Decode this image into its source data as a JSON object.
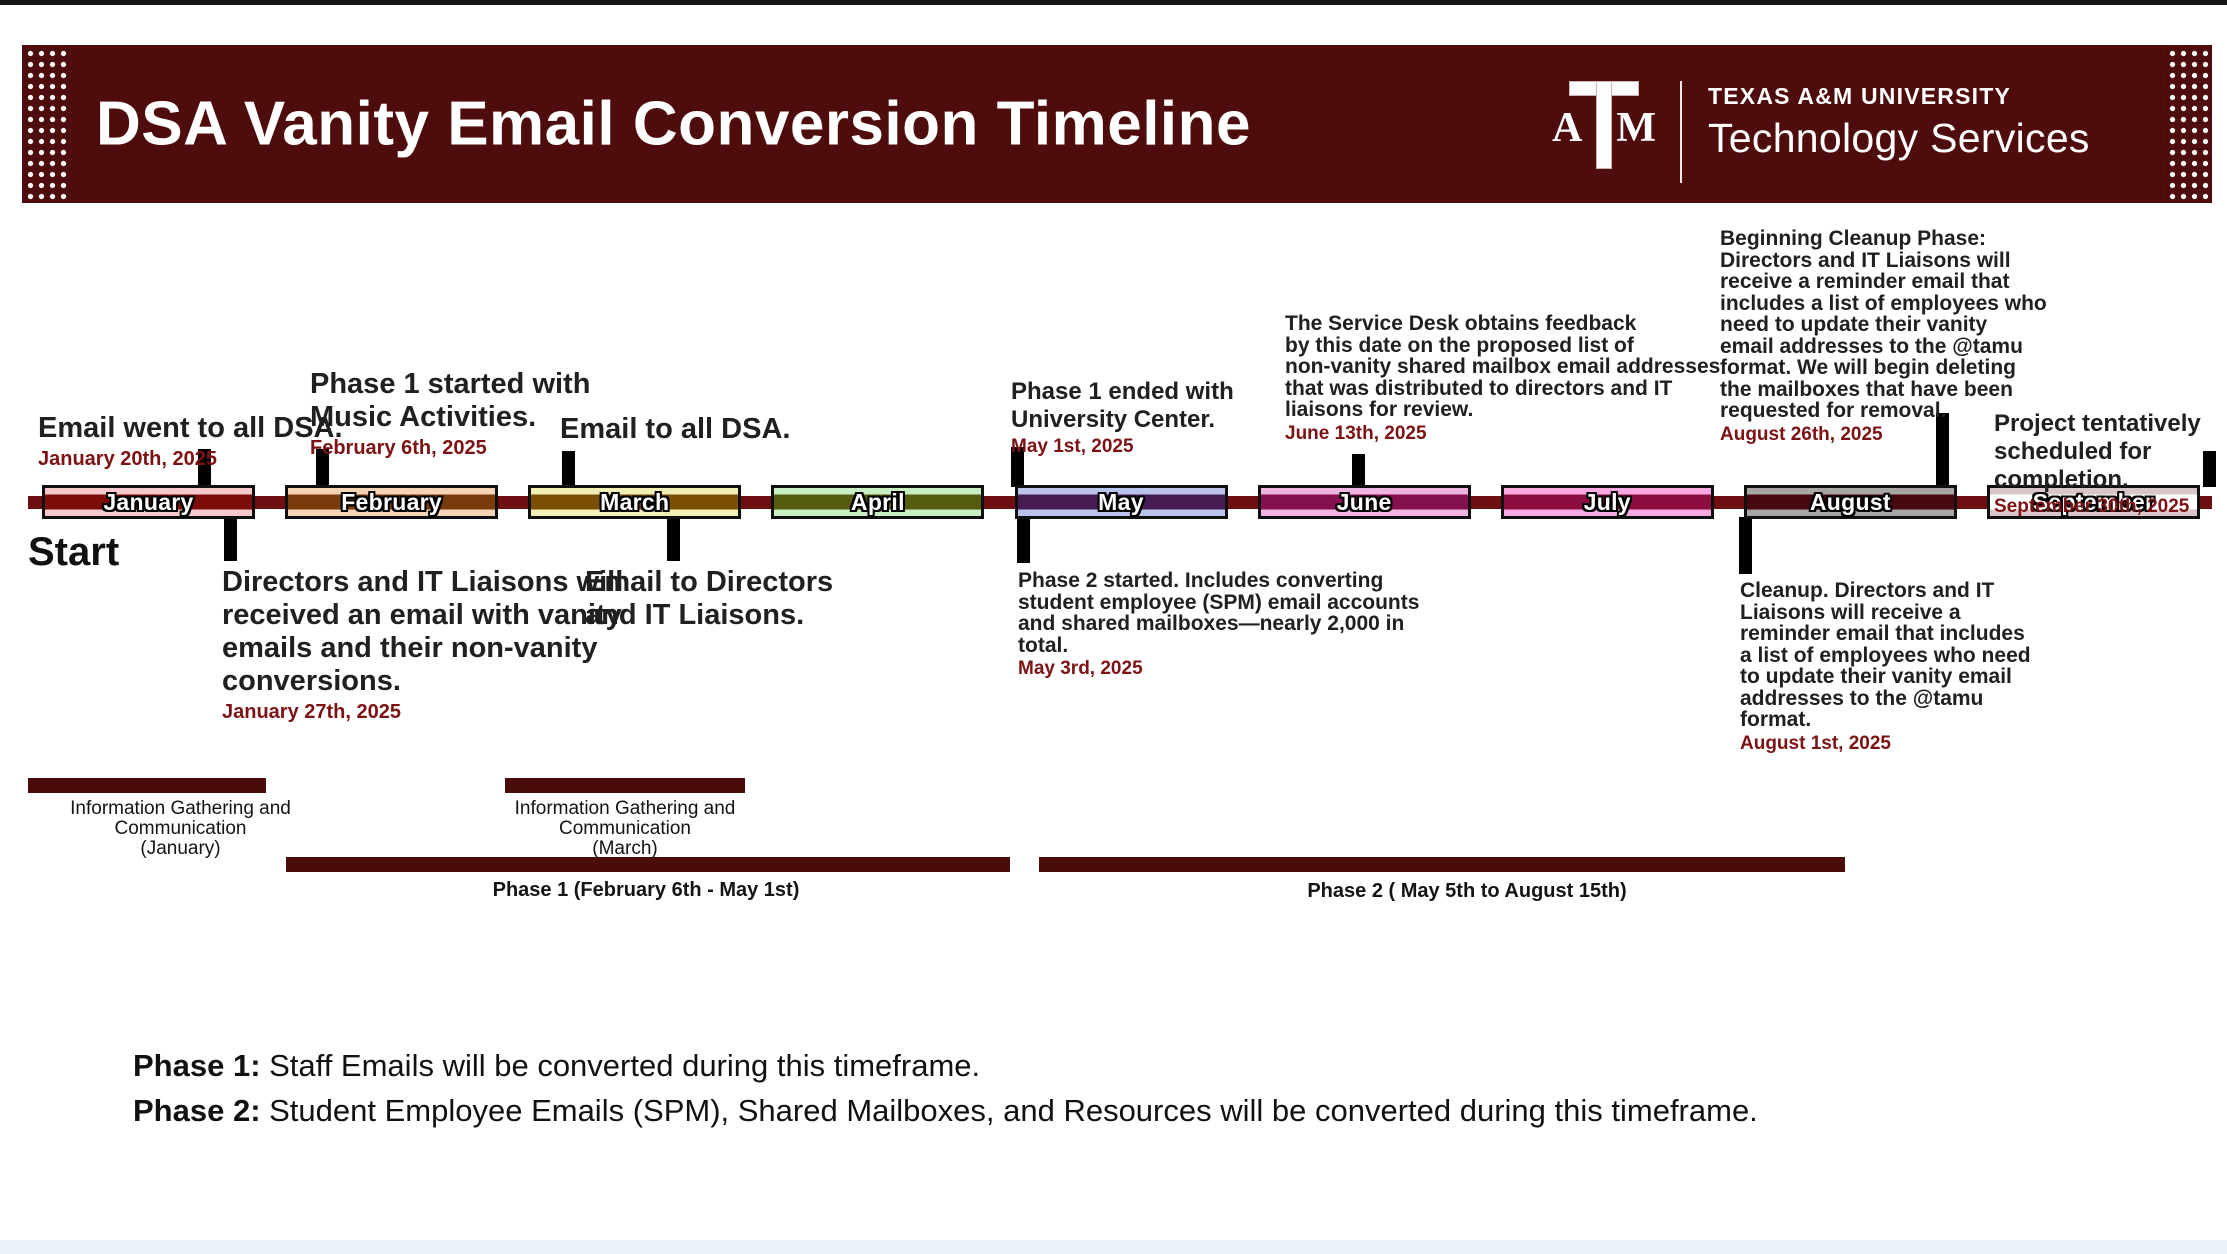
{
  "colors": {
    "banner": "#4f0c0c",
    "timeline_bar": "#6d0f10",
    "range_bar": "#4a0b0b",
    "date_text": "#7c1214",
    "tick": "#000000"
  },
  "header": {
    "title": "DSA Vanity Email Conversion Timeline",
    "university": "TEXAS A&M UNIVERSITY",
    "department": "Technology Services",
    "logo": {
      "a": "A",
      "m": "M"
    }
  },
  "timeline": {
    "start_label": "Start",
    "months": [
      {
        "label": "January",
        "light": "#f6c8cb",
        "dark": "#7d0d08"
      },
      {
        "label": "February",
        "light": "#f7d3b6",
        "dark": "#793a0c"
      },
      {
        "label": "March",
        "light": "#f2efb4",
        "dark": "#7b4e06"
      },
      {
        "label": "April",
        "light": "#c9eec1",
        "dark": "#565c0e"
      },
      {
        "label": "May",
        "light": "#bac3eb",
        "dark": "#461d53"
      },
      {
        "label": "June",
        "light": "#f1b4e2",
        "dark": "#84104e"
      },
      {
        "label": "July",
        "light": "#f9a9e2",
        "dark": "#8c0e41"
      },
      {
        "label": "August",
        "light": "#a9a5a5",
        "dark": "#45090e"
      },
      {
        "label": "September",
        "light": "#d9c4c7",
        "dark": "#ffffff"
      }
    ]
  },
  "events": {
    "above": {
      "a1": {
        "text": "Email went to all DSA.",
        "date": "January 20th, 2025"
      },
      "a2": {
        "text": "Phase 1 started with\nMusic Activities.",
        "date": "February 6th, 2025"
      },
      "a3": {
        "text": "Email to all DSA."
      },
      "a4": {
        "text": "Phase 1 ended with\nUniversity Center.",
        "date": "May 1st, 2025"
      },
      "a5": {
        "text": "The Service Desk obtains feedback\nby this date on the proposed list of\nnon-vanity shared mailbox email addresses\nthat was distributed to directors and IT\nliaisons for review.",
        "date": "June 13th, 2025"
      },
      "a6": {
        "text": "Beginning Cleanup Phase:\nDirectors and IT Liaisons will\nreceive a reminder email that\nincludes a list of employees who\nneed to update their vanity\nemail addresses to the @tamu\nformat. We will begin deleting\nthe mailboxes that have been\nrequested for removal.",
        "date": "August 26th, 2025"
      },
      "a7": {
        "text": "Project tentatively\nscheduled for completion.",
        "date": "September 30th, 2025"
      }
    },
    "below": {
      "b1": {
        "text": "Directors and IT Liaisons will\nreceived an email with vanity\nemails and their non-vanity\nconversions.",
        "date": "January 27th, 2025"
      },
      "b2": {
        "text": "Email to Directors\nand IT Liaisons."
      },
      "b3": {
        "text": "Phase 2 started. Includes converting\nstudent employee (SPM) email accounts\nand shared mailboxes—nearly 2,000 in\ntotal.",
        "date": "May 3rd, 2025"
      },
      "b4": {
        "text": "Cleanup. Directors and IT\nLiaisons will receive a\nreminder email that includes\na list of employees who need\nto update their vanity email\naddresses to the @tamu\nformat.",
        "date": "August 1st, 2025"
      }
    }
  },
  "ranges": {
    "ig_january": {
      "line1": "Information Gathering and Communication",
      "line2": "(January)"
    },
    "ig_march": {
      "line1": "Information Gathering and Communication",
      "line2": "(March)"
    },
    "phase1": {
      "label": "Phase 1 (February 6th - May 1st)"
    },
    "phase2": {
      "label": "Phase 2 ( May 5th to August 15th)"
    }
  },
  "legend": {
    "items": [
      {
        "prefix": "Phase 1:",
        "text": " Staff Emails will be converted during this timeframe."
      },
      {
        "prefix": "Phase 2:",
        "text": " Student Employee Emails (SPM), Shared Mailboxes, and Resources will be converted during this timeframe."
      }
    ]
  }
}
